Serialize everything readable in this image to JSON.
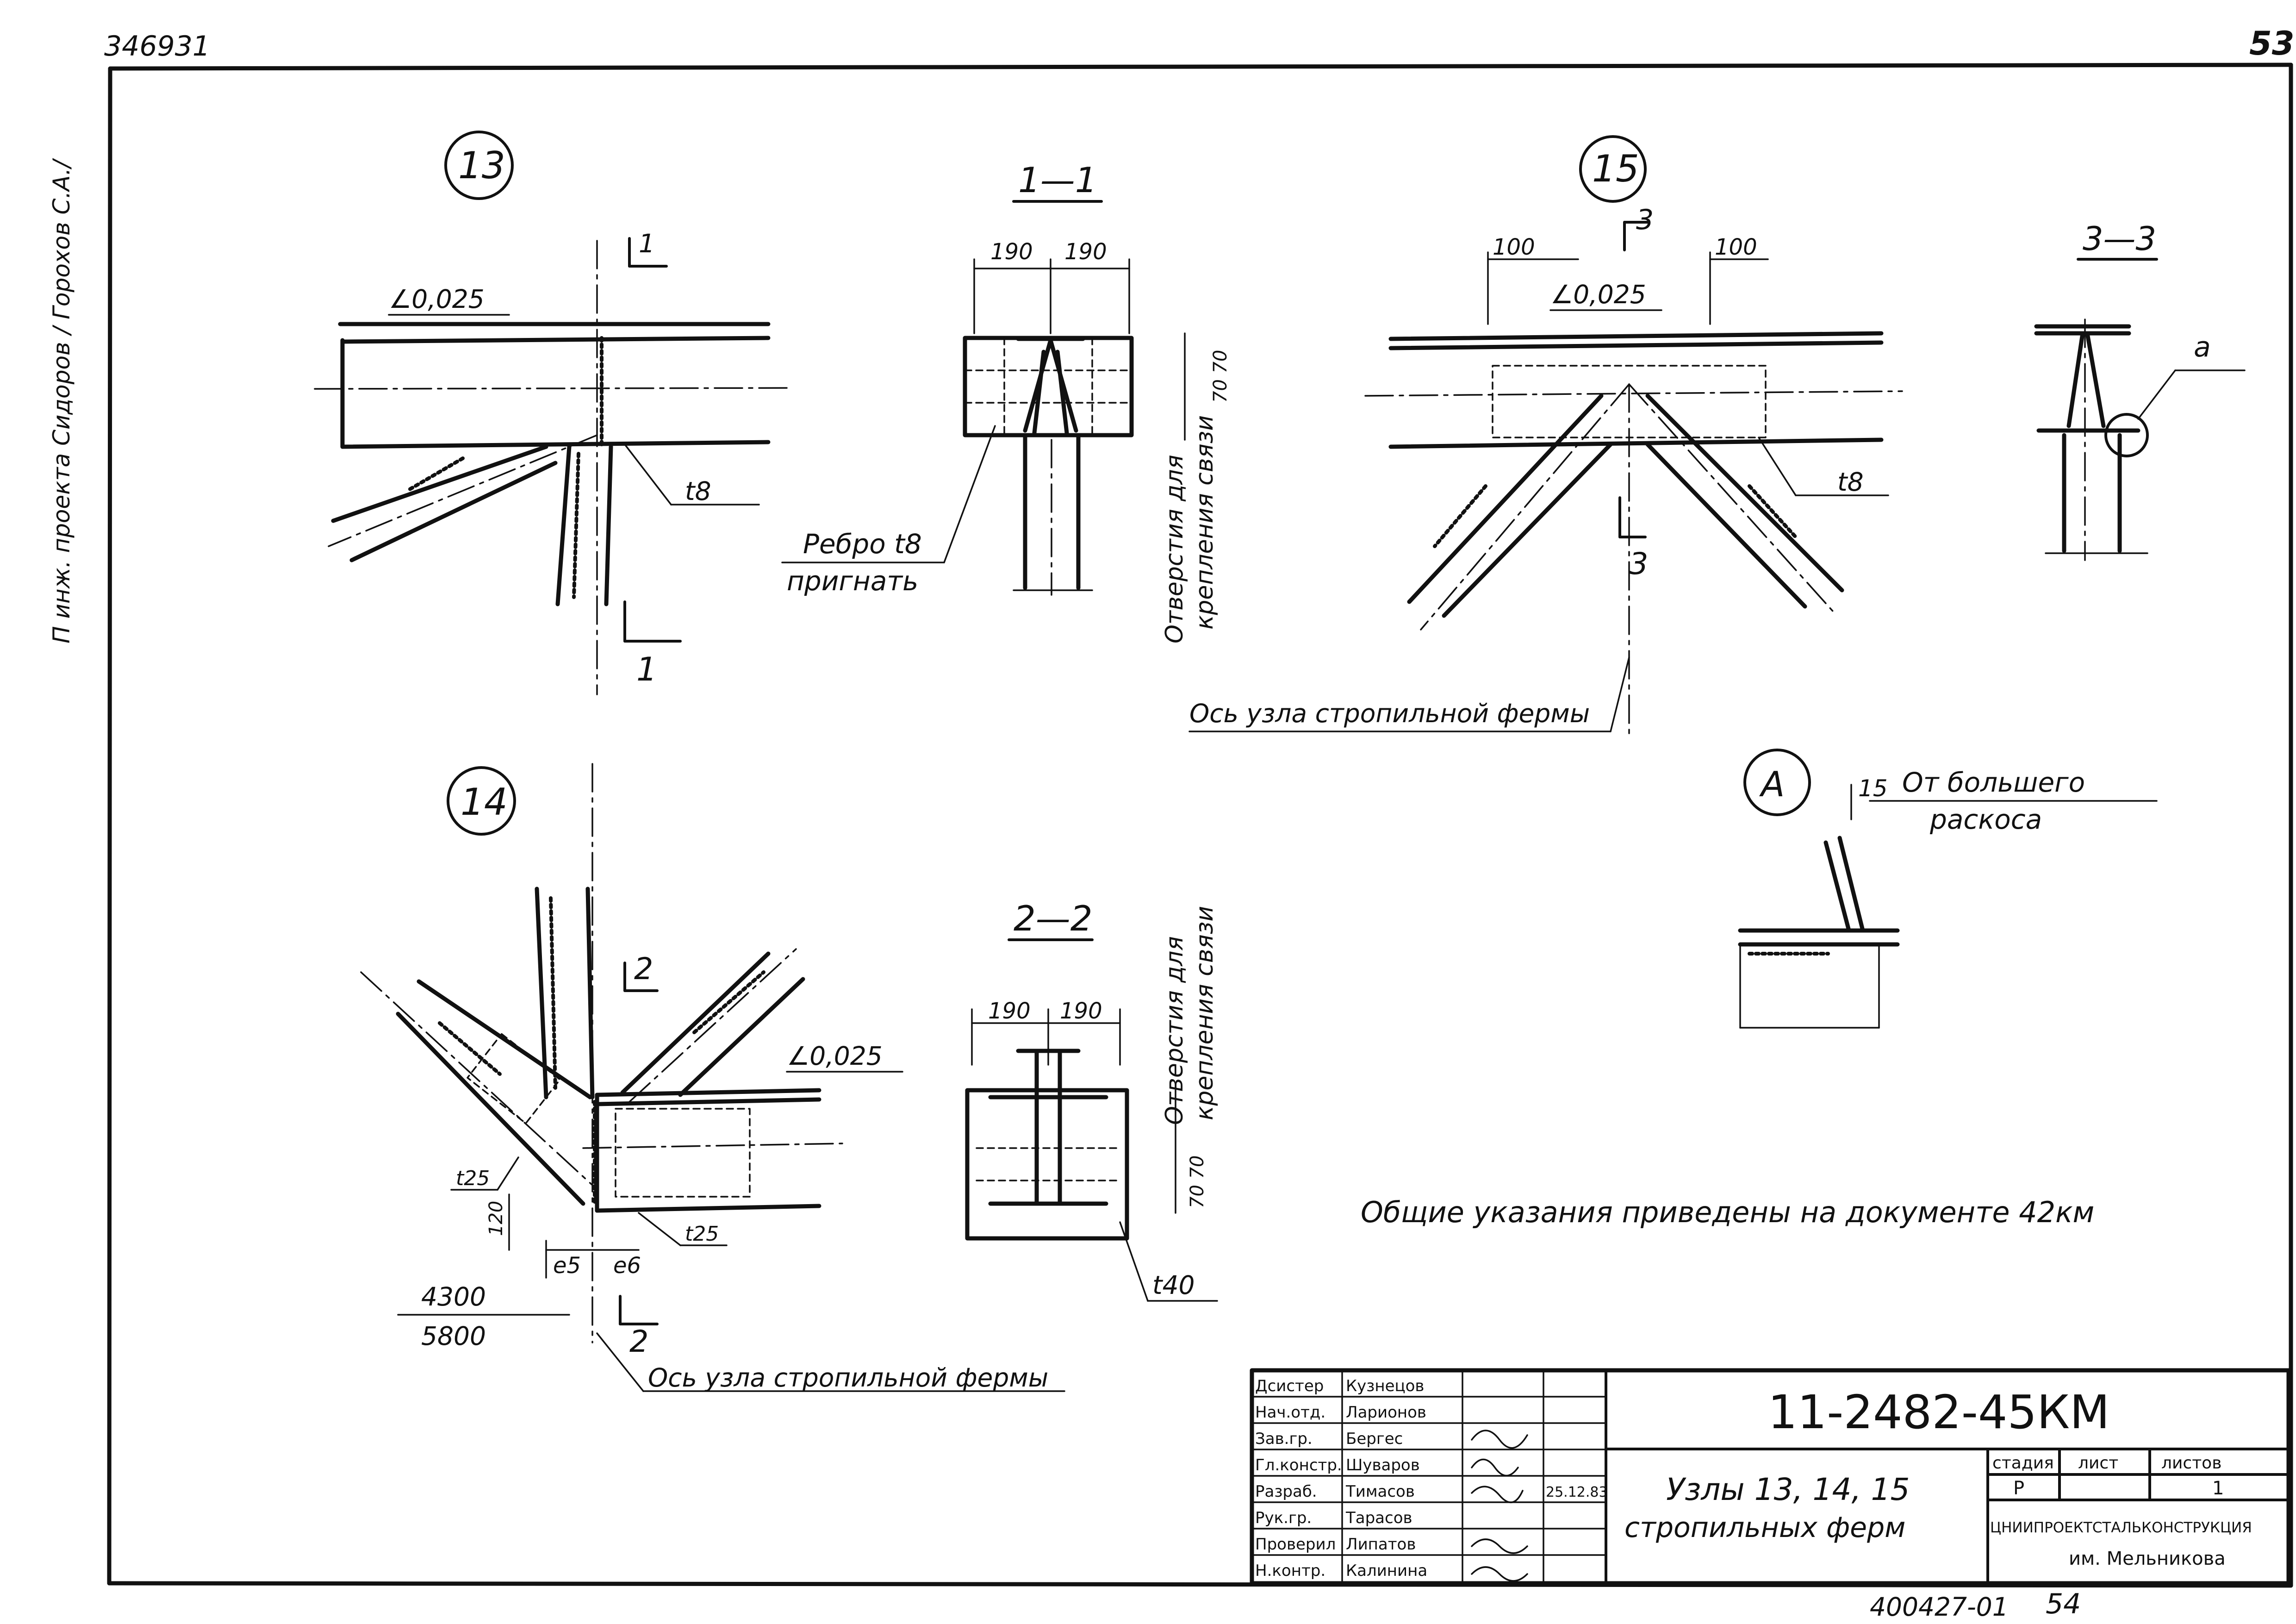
{
  "header": {
    "archive_number": "346931",
    "sheet_number": "53",
    "side_note": "П инж. проекта Сидоров / Горохов С.А./"
  },
  "nodes": {
    "n13": {
      "label": "13",
      "slope": "∠0,025",
      "section_mark_top": "1",
      "section_mark_bottom": "1",
      "plate": "t8"
    },
    "s11": {
      "title": "1—1",
      "dim_left": "190",
      "dim_right": "190",
      "dim_h": "70 70",
      "rib_label_1": "Ребро t8",
      "rib_label_2": "пригнать",
      "holes_label_1": "Отверстия для",
      "holes_label_2": "крепления связи"
    },
    "n15": {
      "label": "15",
      "dim_left": "100",
      "dim_right": "100",
      "slope": "∠0,025",
      "section_mark_top": "3",
      "section_mark_bottom": "3",
      "plate": "t8",
      "axis_label": "Ось узла стропильной фермы"
    },
    "s33": {
      "title": "3—3",
      "callout": "а"
    },
    "n14": {
      "label": "14",
      "section_mark_top": "2",
      "section_mark_bottom": "2",
      "slope": "∠0,025",
      "plate_left": "t25",
      "plate_right": "t25",
      "dim_120": "120",
      "e_left": "e5",
      "e_right": "e6",
      "dim_4300": "4300",
      "dim_5800": "5800",
      "axis_label": "Ось узла стропильной фермы"
    },
    "s22": {
      "title": "2—2",
      "dim_left": "190",
      "dim_right": "190",
      "dim_h": "70 70",
      "holes_label_1": "Отверстия для",
      "holes_label_2": "крепления связи",
      "plate": "t40"
    },
    "nA": {
      "label": "А",
      "dim": "15",
      "note_1": "От большего",
      "note_2": "раскоса"
    }
  },
  "general_note": "Общие указания приведены на документе 42км",
  "title_block": {
    "doc_code": "11-2482-45КМ",
    "title_1": "Узлы 13, 14, 15",
    "title_2": "стропильных ферм",
    "stage_header": "стадия",
    "sheet_header": "лист",
    "sheets_header": "листов",
    "stage_value": "Р",
    "sheets_value": "1",
    "org_1": "ЦНИИПРОЕКТСТАЛЬКОНСТРУКЦИЯ",
    "org_2": "им. Мельникова",
    "date_value": "25.12.83",
    "signatures": [
      {
        "role": "Дсистер",
        "name": "Кузнецов"
      },
      {
        "role": "Нач.отд.",
        "name": "Ларионов"
      },
      {
        "role": "Зав.гр.",
        "name": "Бергес"
      },
      {
        "role": "Гл.констр.",
        "name": "Шуваров"
      },
      {
        "role": "Разраб.",
        "name": "Тимасов"
      },
      {
        "role": "Рук.гр.",
        "name": "Тарасов"
      },
      {
        "role": "Проверил",
        "name": "Липатов"
      },
      {
        "role": "Н.контр.",
        "name": "Калинина"
      }
    ]
  },
  "footer": {
    "stamp": "400427-01",
    "page": "54"
  }
}
